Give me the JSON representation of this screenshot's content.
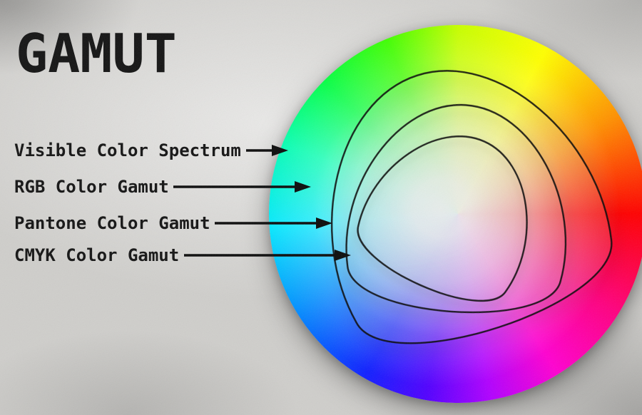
{
  "title": "GAMUT",
  "diagram": {
    "labels": [
      {
        "text": "Visible Color Spectrum"
      },
      {
        "text": "RGB Color Gamut"
      },
      {
        "text": "Pantone Color Gamut"
      },
      {
        "text": "CMYK Color Gamut"
      }
    ]
  },
  "wheel": {
    "stops": [
      {
        "color": "#c8ff00",
        "angle": 0
      },
      {
        "color": "#ffff00",
        "angle": 28
      },
      {
        "color": "#ff9100",
        "angle": 58
      },
      {
        "color": "#ff0000",
        "angle": 90
      },
      {
        "color": "#ff0080",
        "angle": 122
      },
      {
        "color": "#ff00d0",
        "angle": 148
      },
      {
        "color": "#b000ff",
        "angle": 170
      },
      {
        "color": "#5000ff",
        "angle": 190
      },
      {
        "color": "#1020ff",
        "angle": 210
      },
      {
        "color": "#0090ff",
        "angle": 240
      },
      {
        "color": "#00e8ff",
        "angle": 266
      },
      {
        "color": "#00ffb0",
        "angle": 292
      },
      {
        "color": "#00ff40",
        "angle": 315
      },
      {
        "color": "#40ff00",
        "angle": 338
      },
      {
        "color": "#c8ff00",
        "angle": 360
      }
    ],
    "center_highlight": "#ffffff"
  },
  "colors": {
    "background": "#cfcecb",
    "text": "#141414",
    "arrow": "#0c0c0c"
  }
}
